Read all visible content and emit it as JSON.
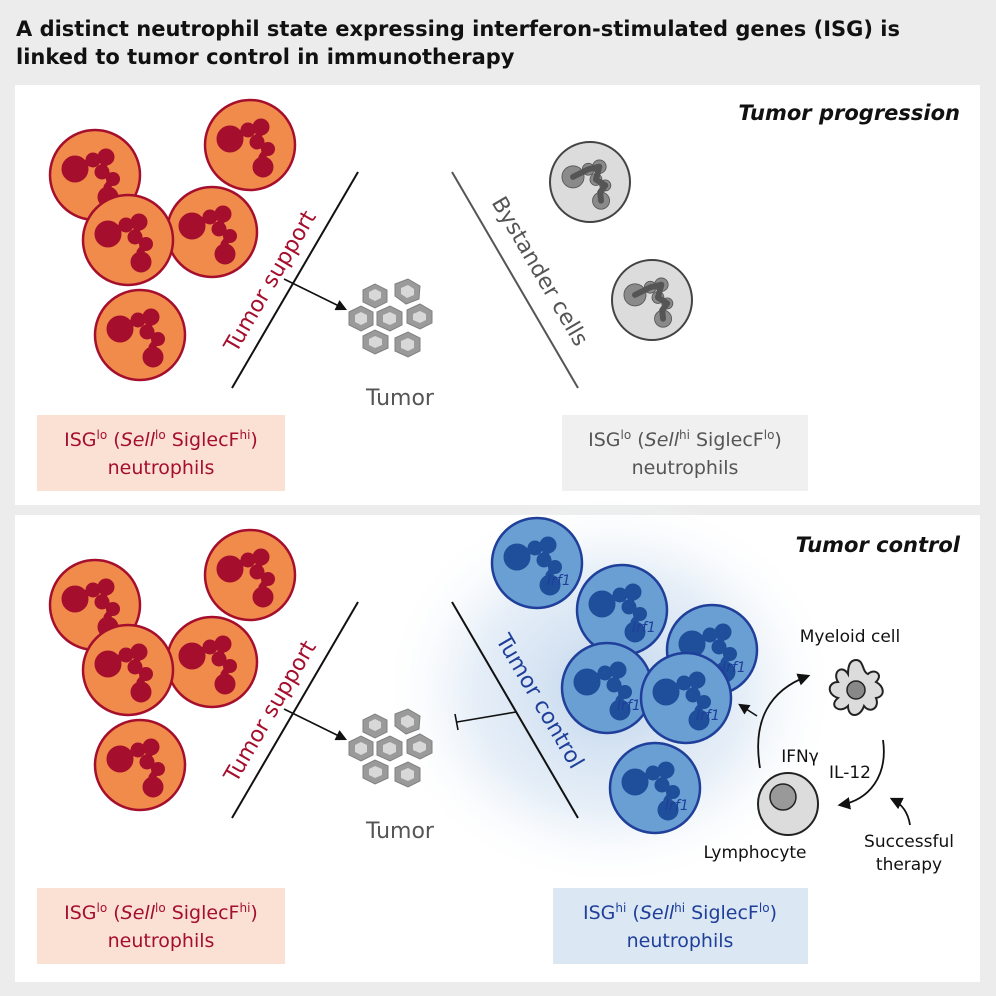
{
  "title": {
    "line1": "A distinct neutrophil state expressing interferon-stimulated genes (ISG) is",
    "line2": "linked to tumor control in immunotherapy"
  },
  "top_panel": {
    "heading": "Tumor progression",
    "tumor_support": "Tumor support",
    "bystander": "Bystander cells",
    "tumor": "Tumor",
    "left_label": {
      "isg": "ISG",
      "isg_sup": "lo",
      "open": " (",
      "gene": "Sell",
      "gene_sup": "lo",
      "siglec": " SiglecF",
      "siglec_sup": "hi",
      "close": ")",
      "line2": "neutrophils"
    },
    "right_label": {
      "isg": "ISG",
      "isg_sup": "lo",
      "open": " (",
      "gene": "Sell",
      "gene_sup": "hi",
      "siglec": " SiglecF",
      "siglec_sup": "lo",
      "close": ")",
      "line2": "neutrophils"
    }
  },
  "bottom_panel": {
    "heading": "Tumor control",
    "tumor_support": "Tumor support",
    "tumor_control": "Tumor control",
    "tumor": "Tumor",
    "irf1": "Irf1",
    "myeloid": "Myeloid cell",
    "ifng": "IFNγ",
    "il12": "IL-12",
    "lymphocyte": "Lymphocyte",
    "therapy_line1": "Successful",
    "therapy_line2": "therapy",
    "left_label": {
      "isg": "ISG",
      "isg_sup": "lo",
      "open": " (",
      "gene": "Sell",
      "gene_sup": "lo",
      "siglec": " SiglecF",
      "siglec_sup": "hi",
      "close": ")",
      "line2": "neutrophils"
    },
    "right_label": {
      "isg": "ISG",
      "isg_sup": "hi",
      "open": " (",
      "gene": "Sell",
      "gene_sup": "hi",
      "siglec": " SiglecF",
      "siglec_sup": "lo",
      "close": ")",
      "line2": "neutrophils"
    }
  },
  "colors": {
    "red": "#a50f2d",
    "orange": "#f08b4c",
    "blue": "#1f3f9a",
    "gray": "#555555"
  }
}
